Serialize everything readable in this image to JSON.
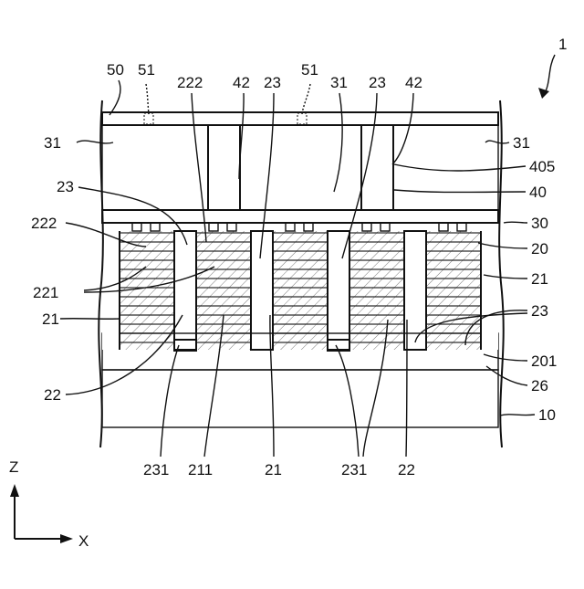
{
  "figure": {
    "ref_main": "1",
    "labels": {
      "l50": "50",
      "l51a": "51",
      "l222a": "222",
      "l42a": "42",
      "l23a": "23",
      "l51b": "51",
      "l31a": "31",
      "l23b": "23",
      "l42b": "42",
      "l31left": "31",
      "l31right": "31",
      "l405": "405",
      "l40": "40",
      "l23c": "23",
      "l222b": "222",
      "l30": "30",
      "l20": "20",
      "l21r": "21",
      "l221": "221",
      "l21left": "21",
      "l23d": "23",
      "l201": "201",
      "l26": "26",
      "l22left": "22",
      "l10": "10",
      "l231a": "231",
      "l211": "211",
      "l21b": "21",
      "l231b": "231",
      "l22b": "22"
    },
    "axes": {
      "z": "Z",
      "x": "X"
    }
  }
}
